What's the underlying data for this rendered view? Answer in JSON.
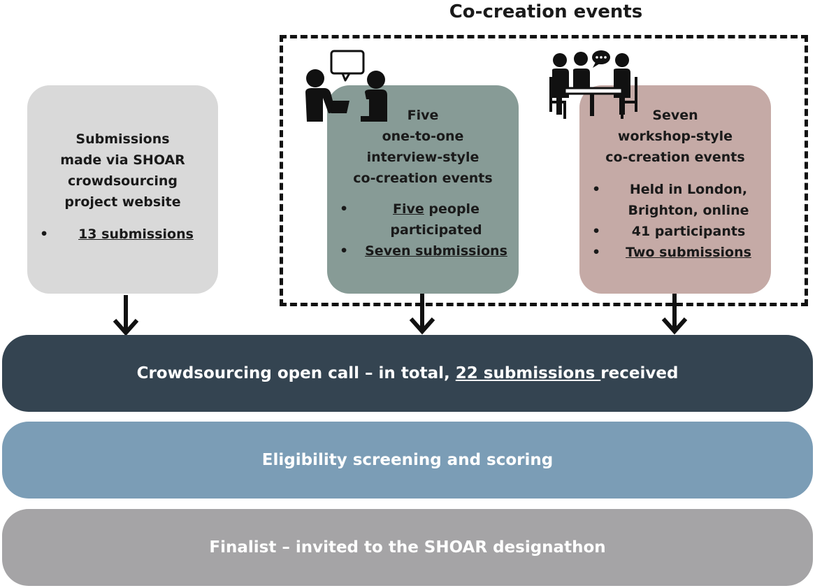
{
  "title": "Co-creation events",
  "box_website": {
    "heading": [
      "Submissions",
      "made via SHOAR",
      "crowdsourcing",
      "project website"
    ],
    "bullets": [
      {
        "parts": [
          {
            "text": "13 submissions",
            "underline": true
          }
        ]
      }
    ]
  },
  "box_interview": {
    "heading": [
      "Five",
      "one-to-one",
      "interview-style",
      "co-creation events"
    ],
    "bullets": [
      {
        "parts": [
          {
            "text": "Five",
            "underline": true
          },
          {
            "text": " people participated",
            "underline": false
          }
        ]
      },
      {
        "parts": [
          {
            "text": "Seven submissions",
            "underline": true
          }
        ]
      }
    ],
    "icon": "interview-people-speech-icon"
  },
  "box_workshop": {
    "heading": [
      "Seven",
      "workshop-style",
      "co-creation events"
    ],
    "bullets": [
      {
        "parts": [
          {
            "text": "Held in London, Brighton, online",
            "underline": false
          }
        ]
      },
      {
        "parts": [
          {
            "text": "41 participants",
            "underline": false
          }
        ]
      },
      {
        "parts": [
          {
            "text": "Two submissions",
            "underline": true
          }
        ]
      }
    ],
    "icon": "workshop-group-table-icon"
  },
  "open_call": {
    "before": "Crowdsourcing open call – in total, ",
    "highlight": "22 submissions ",
    "after": "received"
  },
  "screening": "Eligibility screening and scoring",
  "finalist": "Finalist – invited to the SHOAR designathon",
  "colors": {
    "website_box": "#d9d9d9",
    "interview_box": "#879b96",
    "workshop_box": "#c5aaa6",
    "open_call_band": "#344451",
    "screening_band": "#7b9db6",
    "finalist_band": "#a5a4a6"
  }
}
